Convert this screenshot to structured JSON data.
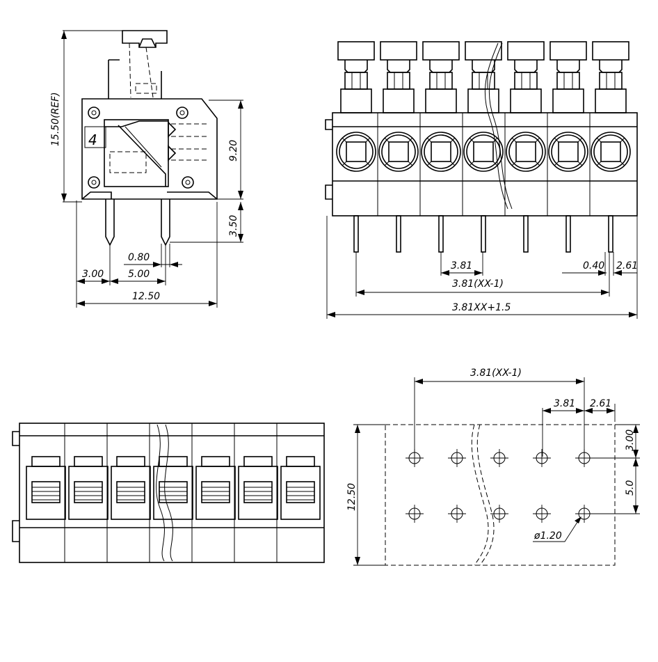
{
  "side_view": {
    "dim_height_ref": "15.50(REF)",
    "dim_body_height": "9.20",
    "dim_pin_length": "3.50",
    "dim_pin_width": "0.80",
    "dim_offset": "3.00",
    "dim_pitch_rows": "5.00",
    "dim_total_width": "12.50",
    "pin_number_mark": "4"
  },
  "front_view": {
    "dim_pitch": "3.81",
    "dim_span": "3.81(XX-1)",
    "dim_pin_thickness": "0.40",
    "dim_edge": "2.61",
    "dim_total_length": "3.81XX+1.5"
  },
  "pcb_layout": {
    "dim_span": "3.81(XX-1)",
    "dim_pitch": "3.81",
    "dim_edge": "2.61",
    "dim_top_offset": "3.00",
    "dim_row_pitch": "5.0",
    "dim_width": "12.50",
    "dim_hole": "ø1.20"
  }
}
